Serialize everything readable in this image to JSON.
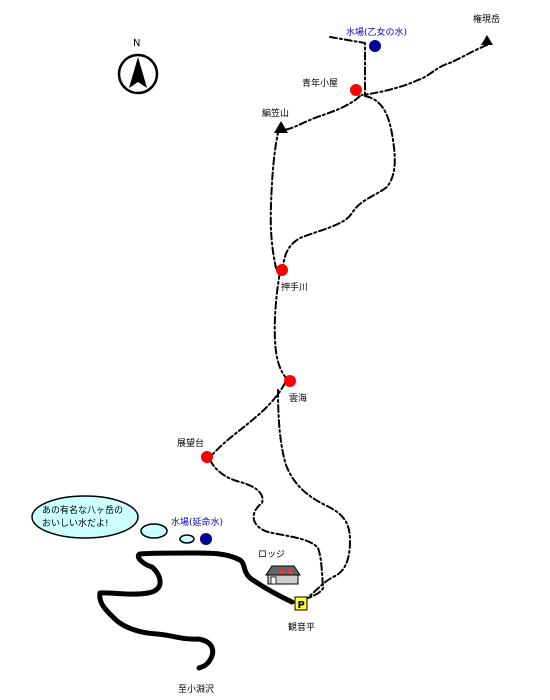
{
  "compass": {
    "label": "N"
  },
  "peaks": {
    "gongen": "権現岳",
    "amigasa": "編笠山"
  },
  "points": {
    "seinen_hut": "青年小屋",
    "oshitegawa": "押手川",
    "unkai": "雲海",
    "tenbodai": "展望台"
  },
  "water": {
    "otome": "水場(乙女の水)",
    "enmei": "水場(延命水)"
  },
  "speech_bubble": {
    "line1": "あの有名な八ヶ岳の",
    "line2": "おいしい水だよ!"
  },
  "facilities": {
    "lodge": "ロッジ",
    "parking_icon": "P",
    "kannondaira": "観音平"
  },
  "road_to": "至小淵沢",
  "colors": {
    "waypoint": "#ff0000",
    "water": "#000099",
    "water_label": "#0000cc",
    "bubble_fill": "#ccffff",
    "parking_fill": "#ffff33",
    "lodge_roof": "#666666"
  }
}
